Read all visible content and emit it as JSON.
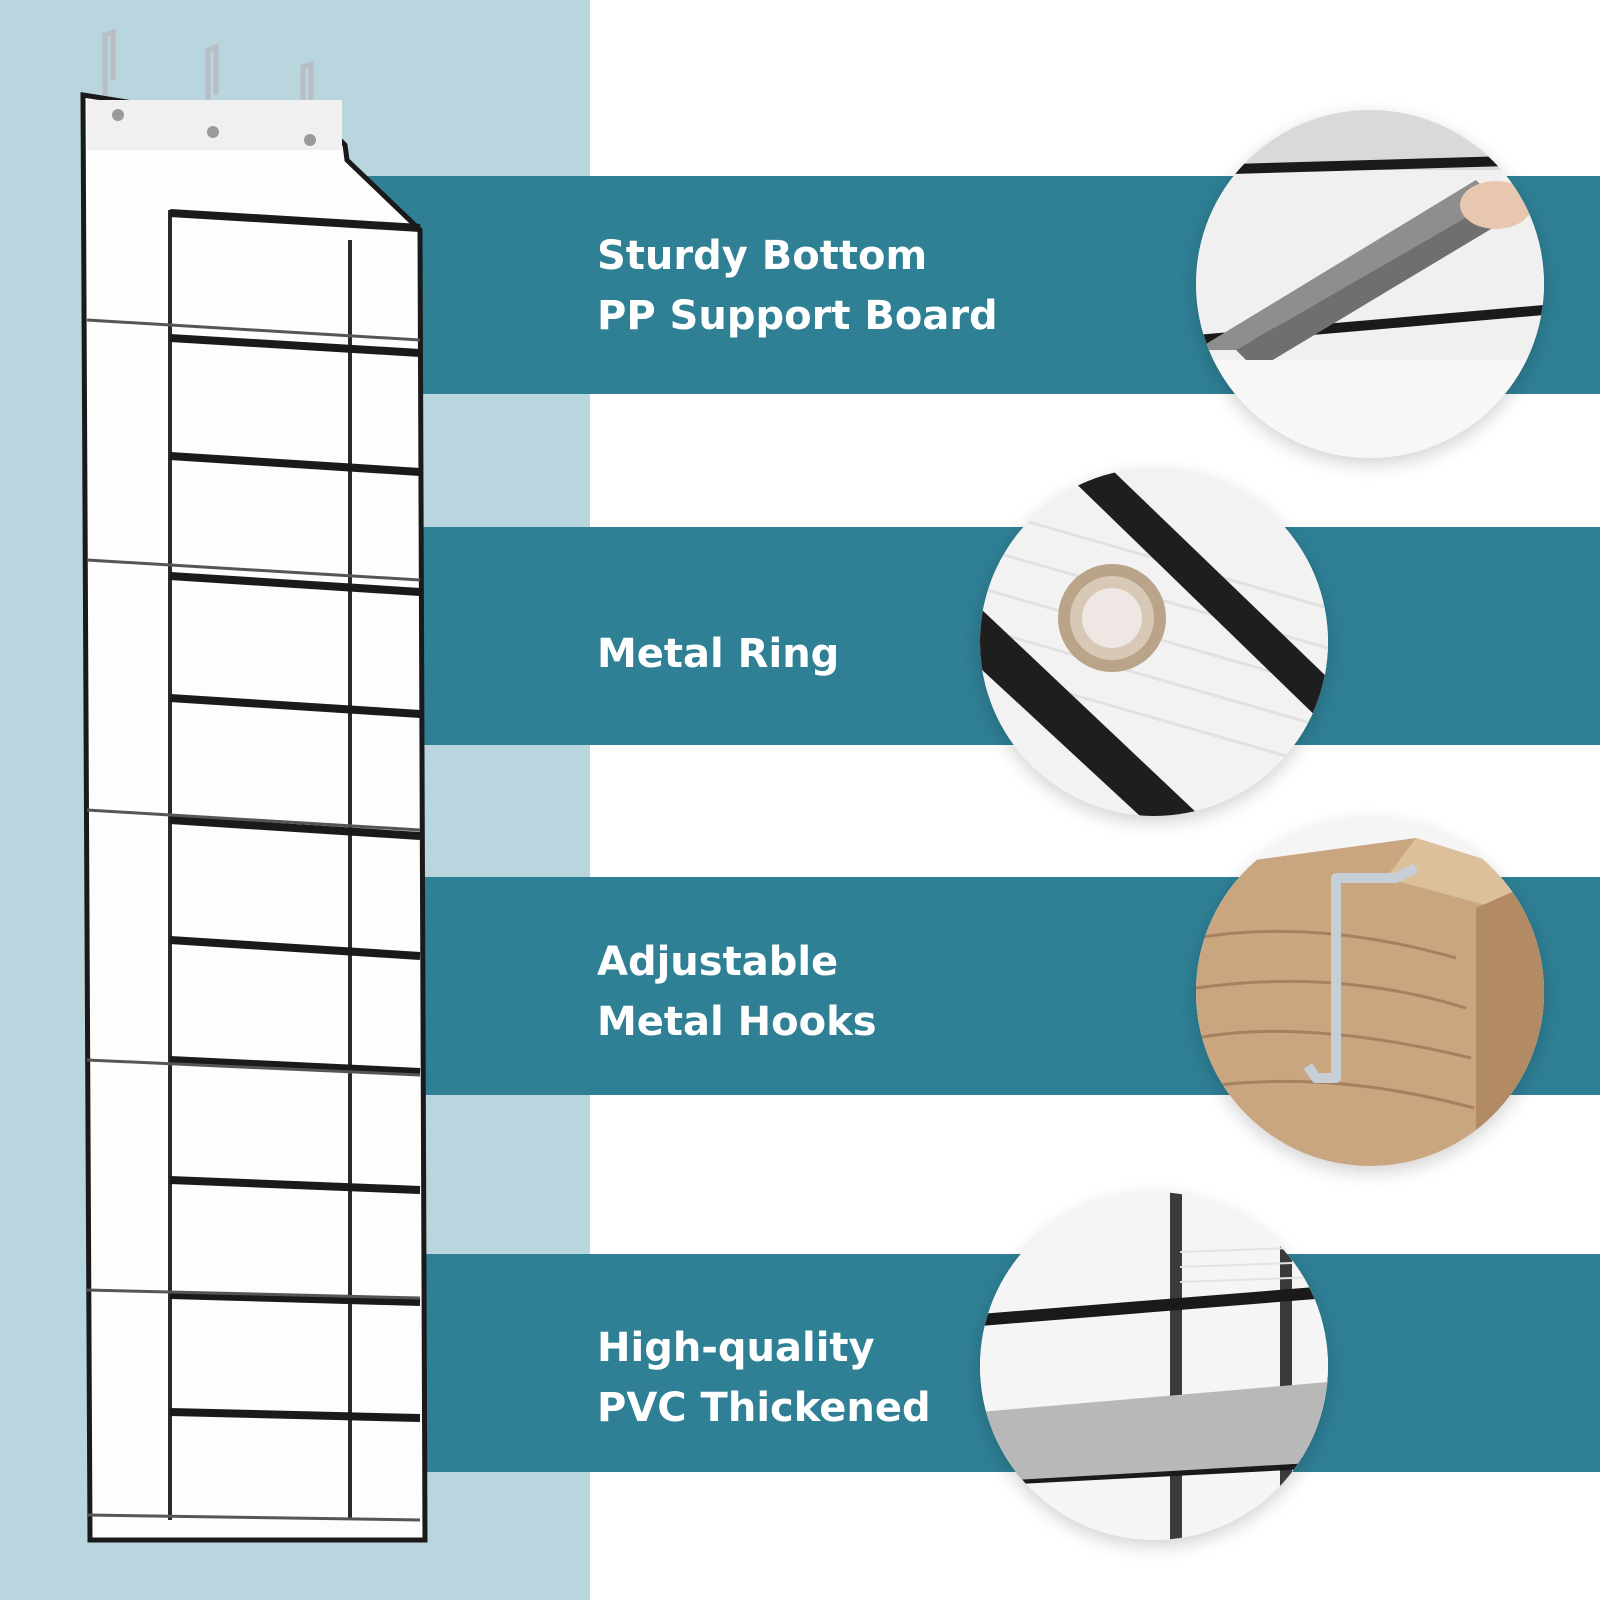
{
  "features": [
    {
      "line1": "Sturdy Bottom",
      "line2": "PP Support Board"
    },
    {
      "line1": "Metal Ring",
      "line2": ""
    },
    {
      "line1": "Adjustable",
      "line2": "Metal Hooks"
    },
    {
      "line1": "High-quality",
      "line2": "PVC Thickened"
    }
  ],
  "colors": {
    "band": "#2f7f95",
    "left_panel": "#b9d5de",
    "background": "#ffffff",
    "text": "#ffffff"
  },
  "icons": [
    "support-board-photo",
    "metal-ring-photo",
    "metal-hook-photo",
    "pvc-material-photo",
    "over-door-organizer-photo"
  ]
}
